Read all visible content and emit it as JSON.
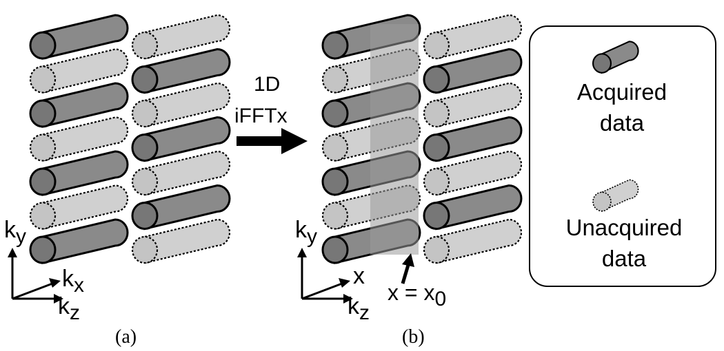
{
  "panel_a": {
    "caption": "(a)",
    "axis_y": {
      "base": "k",
      "sub": "y"
    },
    "axis_x": {
      "base": "k",
      "sub": "x"
    },
    "axis_z": {
      "base": "k",
      "sub": "z"
    }
  },
  "transform": {
    "line1": "1D",
    "line2": "iFFTx"
  },
  "panel_b": {
    "caption": "(b)",
    "axis_y": {
      "base": "k",
      "sub": "y"
    },
    "axis_x": {
      "base": "x",
      "sub": ""
    },
    "axis_z": {
      "base": "k",
      "sub": "z"
    },
    "slice_label": {
      "base": "x = x",
      "sub": "0"
    }
  },
  "legend": {
    "acquired": {
      "line1": "Acquired",
      "line2": "data"
    },
    "unacquired": {
      "line1": "Unacquired",
      "line2": "data"
    }
  },
  "pattern": {
    "left_column": [
      "acquired",
      "unacquired",
      "acquired",
      "unacquired",
      "acquired",
      "unacquired",
      "acquired"
    ],
    "right_column": [
      "unacquired",
      "acquired",
      "unacquired",
      "acquired",
      "unacquired",
      "acquired",
      "unacquired"
    ]
  },
  "colors": {
    "acquired_fill": "#8a8a8a",
    "acquired_cap": "#777777",
    "unacquired_fill": "#d0d0d0",
    "unacquired_cap": "#c4c4c4",
    "slice_overlay": "#9a9a9a",
    "stroke": "#000000"
  }
}
